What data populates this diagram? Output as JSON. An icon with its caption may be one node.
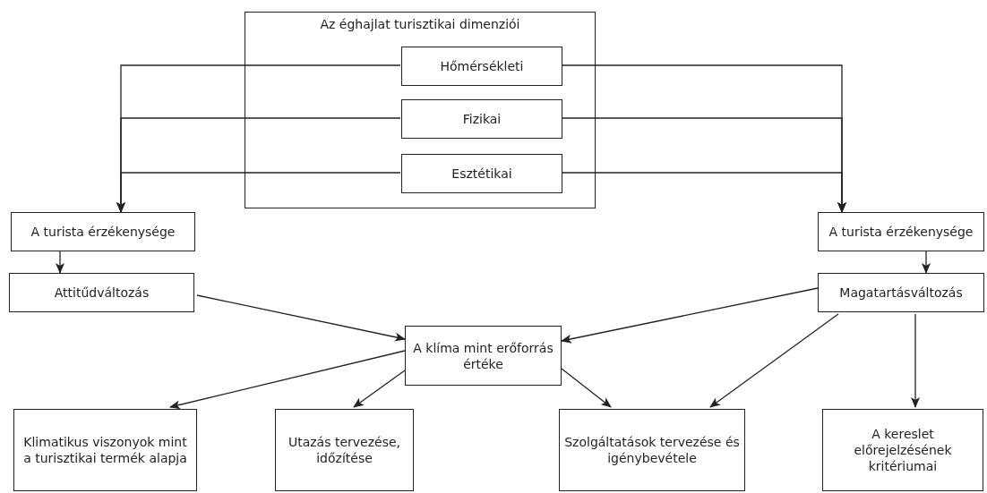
{
  "diagram": {
    "nodes": [
      {
        "text": [
          "Az éghajlat turisztikai dimenziói"
        ]
      },
      {
        "text": [
          "Hőmérsékleti"
        ],
        "in": 0
      },
      {
        "text": [
          "Fizikai"
        ],
        "in": 0
      },
      {
        "text": [
          "Esztétikai"
        ],
        "in": 0
      },
      {
        "text": [
          "A turista érzékenysége"
        ]
      },
      {
        "text": [
          "A turista érzékenysége"
        ]
      },
      {
        "text": [
          "Attitűdváltozás"
        ]
      },
      {
        "text": [
          "Magatartásváltozás"
        ]
      },
      {
        "text": [
          "A klíma mint erőforrás értéke"
        ]
      },
      {
        "text": [
          "Klimatikus viszonyok mint a turisztikai termék alapja"
        ]
      },
      {
        "text": [
          "Utazás tervezése, időzítése"
        ]
      },
      {
        "text": [
          "Szolgáltatások tervezése és igénybevétele"
        ]
      },
      {
        "text": [
          "A kereslet előrejelzésének kritériumai"
        ]
      }
    ],
    "edges": [
      {
        "from": 1,
        "to": 4,
        "arrow": "to"
      },
      {
        "from": 2,
        "to": 4,
        "arrow": "to"
      },
      {
        "from": 3,
        "to": 4,
        "arrow": "to"
      },
      {
        "from": 1,
        "to": 5,
        "arrow": "to"
      },
      {
        "from": 2,
        "to": 5,
        "arrow": "to"
      },
      {
        "from": 3,
        "to": 5,
        "arrow": "to"
      },
      {
        "from": 4,
        "to": 6,
        "arrow": "to"
      },
      {
        "from": 5,
        "to": 7,
        "arrow": "to"
      },
      {
        "from": 6,
        "to": 8,
        "arrow": "to"
      },
      {
        "from": 7,
        "to": 8,
        "arrow": "to"
      },
      {
        "from": 8,
        "to": 9,
        "arrow": "to"
      },
      {
        "from": 8,
        "to": 10,
        "arrow": "to"
      },
      {
        "from": 8,
        "to": 11,
        "arrow": "to"
      },
      {
        "from": 7,
        "to": 11,
        "arrow": "to"
      },
      {
        "from": 7,
        "to": 12,
        "arrow": "to"
      }
    ]
  }
}
